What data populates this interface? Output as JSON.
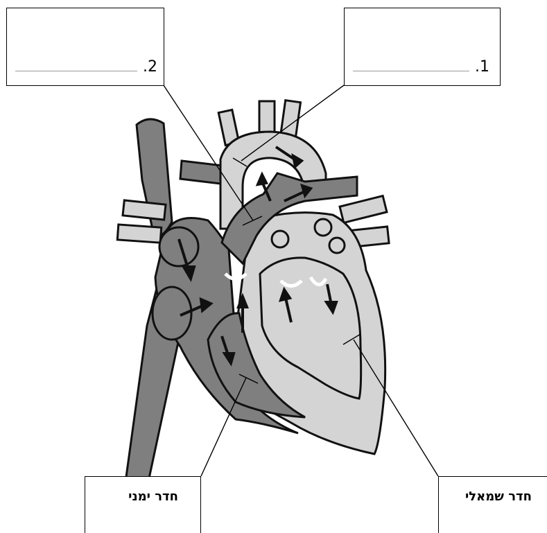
{
  "labels": {
    "box1_number": ".1",
    "box2_number": ".2",
    "right_chamber": "חדר ימני",
    "left_chamber": "חדר שמאלי"
  },
  "colors": {
    "deoxygenated": "#7f7f7f",
    "oxygenated": "#d4d4d4",
    "outline": "#111111",
    "background": "#ffffff"
  }
}
